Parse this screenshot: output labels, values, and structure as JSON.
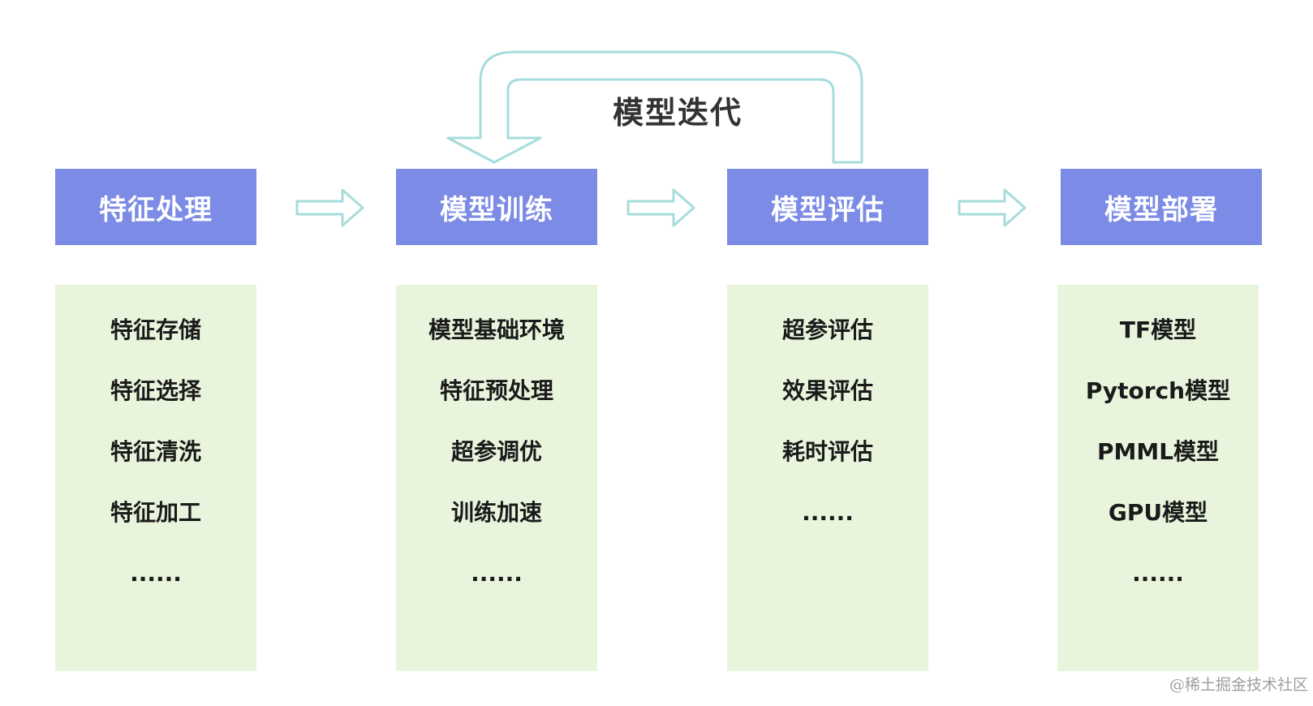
{
  "loop": {
    "label": "模型迭代",
    "color": "#a6dcdc"
  },
  "colors": {
    "header_bg": "#7b8be6",
    "header_text": "#ffffff",
    "panel_bg": "#e8f5dc",
    "arrow": "#a6dcdc"
  },
  "stages": [
    {
      "title": "特征处理",
      "items": [
        "特征存储",
        "特征选择",
        "特征清洗",
        "特征加工",
        "......"
      ]
    },
    {
      "title": "模型训练",
      "items": [
        "模型基础环境",
        "特征预处理",
        "超参调优",
        "训练加速",
        "......"
      ]
    },
    {
      "title": "模型评估",
      "items": [
        "超参评估",
        "效果评估",
        "耗时评估",
        "......"
      ]
    },
    {
      "title": "模型部署",
      "items": [
        "TF模型",
        "Pytorch模型",
        "PMML模型",
        "GPU模型",
        "......"
      ]
    }
  ],
  "watermark": "@稀土掘金技术社区"
}
